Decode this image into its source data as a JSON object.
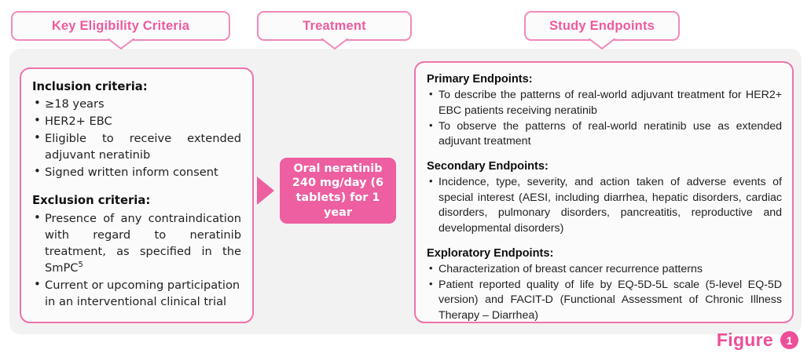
{
  "figure": {
    "caption_label": "Figure",
    "number": "1",
    "accent_pink": "#ee5a9e",
    "bubble_border_pink": "#f189bb",
    "card_border_pink": "#ef72ab",
    "treatment_fill_pink": "#ed5fa0",
    "tray_background": "#f2f2f2",
    "card_background": "#fbfbfb",
    "body_text_color": "#231f20"
  },
  "headers": {
    "eligibility": "Key Eligibility Criteria",
    "treatment": "Treatment",
    "endpoints": "Study Endpoints"
  },
  "eligibility": {
    "inclusion": {
      "heading": "Inclusion criteria:",
      "items": [
        "≥18 years",
        "HER2+ EBC",
        "Eligible to receive extended adjuvant neratinib",
        "Signed written inform consent"
      ]
    },
    "exclusion": {
      "heading": "Exclusion criteria:",
      "items_html": [
        "Presence of any contraindication with regard to neratinib treatment, as specified in the SmPC<sup>5</sup>",
        "Current or upcoming participation in an interventional clinical trial"
      ]
    }
  },
  "treatment": {
    "text": "Oral neratinib 240 mg/day (6 tablets) for 1 year"
  },
  "endpoints": {
    "primary": {
      "heading": "Primary Endpoints:",
      "items": [
        "To describe the patterns of real-world adjuvant treatment for HER2+ EBC patients receiving neratinib",
        "To observe the patterns of real-world neratinib use as extended adjuvant treatment"
      ]
    },
    "secondary": {
      "heading": "Secondary Endpoints:",
      "items": [
        "Incidence, type, severity, and action taken of adverse events of special interest (AESI, including diarrhea, hepatic disorders, cardiac disorders, pulmonary disorders, pancreatitis, reproductive and developmental disorders)"
      ]
    },
    "exploratory": {
      "heading": "Exploratory Endpoints:",
      "items": [
        "Characterization of breast cancer recurrence patterns",
        "Patient reported quality of life by EQ-5D-5L scale (5-level EQ-5D version) and FACIT-D (Functional Assessment of Chronic Illness Therapy – Diarrhea)"
      ]
    }
  }
}
